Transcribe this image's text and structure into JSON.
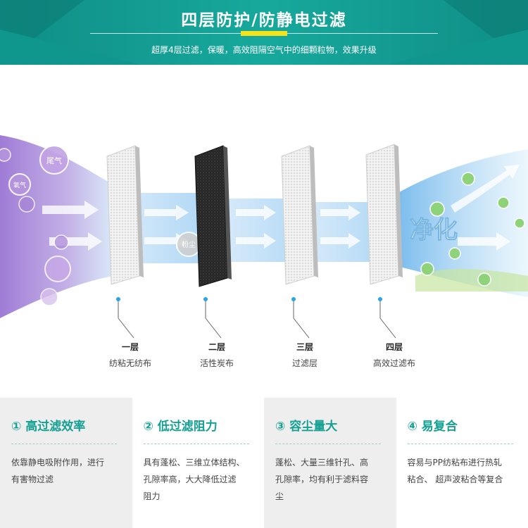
{
  "header": {
    "title": "四层防护/防静电过滤",
    "subtitle": "超厚4层过滤，保暖，高效阻隔空气中的细颗粒物，效果升级"
  },
  "illustration": {
    "pollutants": [
      "尾气",
      "氧气",
      "粉尘"
    ],
    "result_text": "净化"
  },
  "layers": [
    {
      "num": "一层",
      "name": "纺粘无纺布"
    },
    {
      "num": "二层",
      "name": "活性炭布"
    },
    {
      "num": "三层",
      "name": "过滤层"
    },
    {
      "num": "四层",
      "name": "高效过滤布"
    }
  ],
  "features": [
    {
      "title": "① 高过滤效率",
      "lines": [
        "依靠静电吸附作用，进行",
        "有害物过滤"
      ]
    },
    {
      "title": "② 低过滤阻力",
      "lines": [
        "具有蓬松、三维立体结构、",
        "孔隙率高，大大降低过滤",
        "阻力"
      ]
    },
    {
      "title": "③ 容尘量大",
      "lines": [
        "蓬松、大量三维针孔、高",
        "孔隙率，均有利于滤料容",
        "尘"
      ]
    },
    {
      "title": "④ 易复合",
      "lines": [
        "容易与PP纺粘布进行热轧",
        "粘合、  超声波粘合等复合"
      ]
    }
  ],
  "colors": {
    "banner": "#17a89c",
    "accent": "#f4e21a",
    "feature_title": "#14a093",
    "stream_purple": "#a98ad8",
    "stream_blue": "#8fc8f2"
  }
}
